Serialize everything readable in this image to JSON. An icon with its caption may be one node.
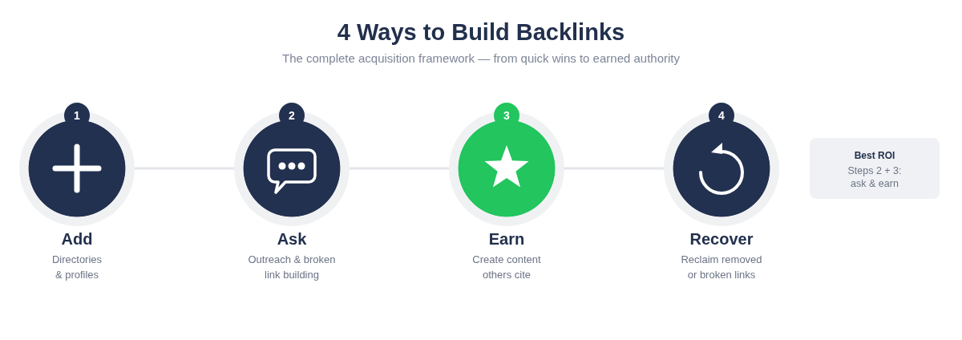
{
  "diagram": {
    "title": "4 Ways to Build Backlinks",
    "caption": "The complete acquisition framework — from quick wins to earned authority",
    "nodes": [
      {
        "text": [
          "1",
          "Add",
          "Directories & profiles"
        ]
      },
      {
        "text": [
          "2",
          "Ask",
          "Outreach & broken link building"
        ]
      },
      {
        "text": [
          "3",
          "Earn",
          "Create content others cite"
        ]
      },
      {
        "text": [
          "4",
          "Recover",
          "Reclaim removed or broken links"
        ]
      },
      {
        "text": [
          "Best ROI",
          "Steps 2 + 3: ask & earn"
        ]
      }
    ],
    "edges": [
      {
        "from": 0,
        "to": 1,
        "arrow": "none"
      },
      {
        "from": 1,
        "to": 2,
        "arrow": "none"
      },
      {
        "from": 2,
        "to": 3,
        "arrow": "none"
      }
    ]
  }
}
